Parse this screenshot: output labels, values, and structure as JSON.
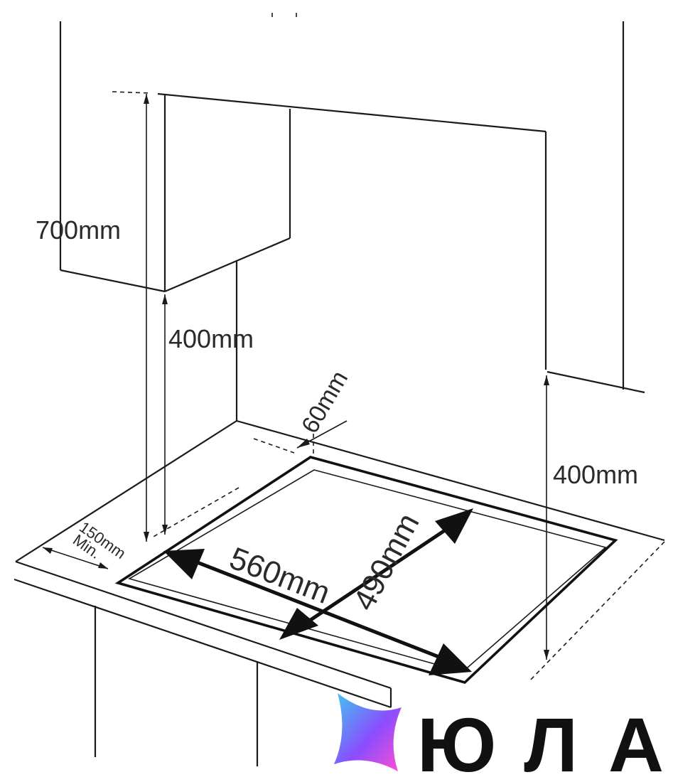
{
  "dimensions": {
    "cabinet_top_height": "700mm",
    "hood_clearance": "400mm",
    "side_wall_clearance": "400mm",
    "rear_clearance": "60mm",
    "front_clearance": "150mm",
    "front_clearance_min": "Min.",
    "cutout_width": "560mm",
    "cutout_depth": "490mm"
  },
  "watermark": {
    "brand_text": "ЮЛА",
    "colors": [
      "#3ec8f0",
      "#8a4dff",
      "#ff4fd2"
    ]
  }
}
